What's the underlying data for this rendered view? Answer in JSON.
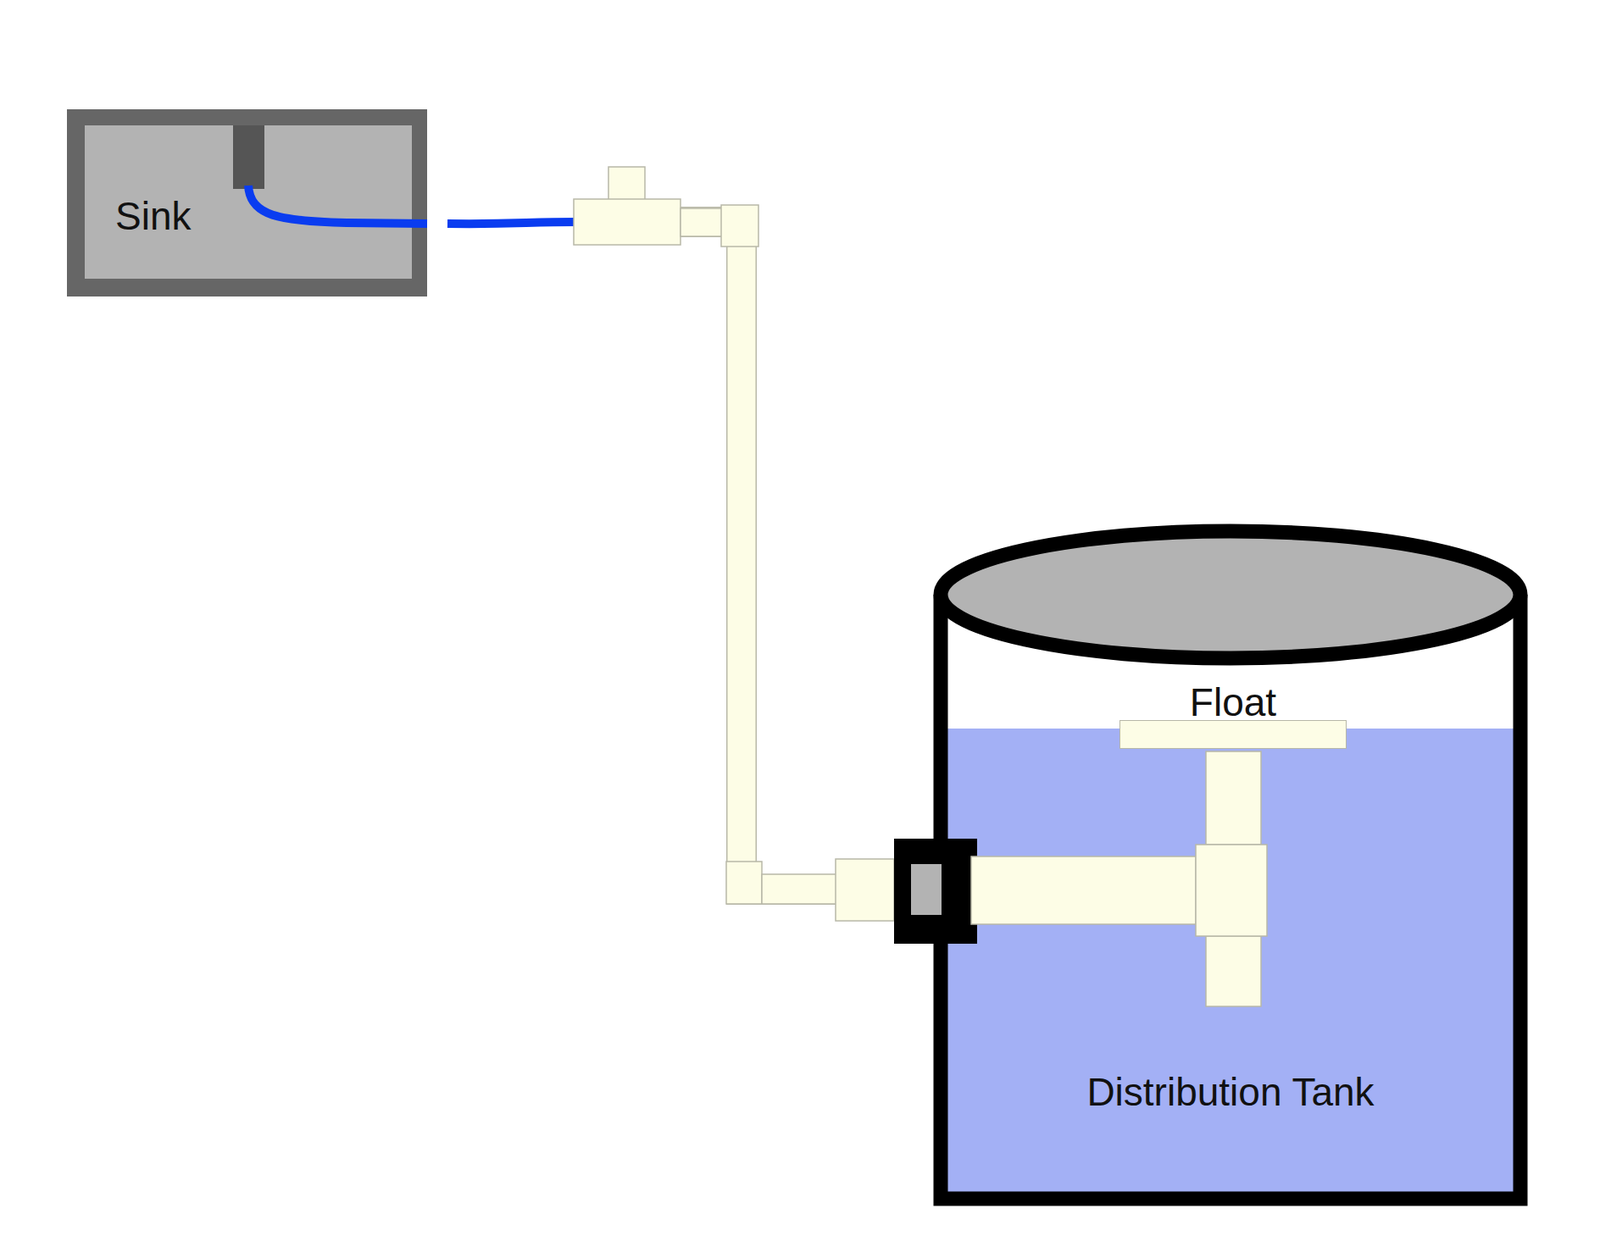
{
  "diagram": {
    "nodes": [
      {
        "text": [
          "Sink"
        ]
      },
      {
        "text": [
          "Distribution Tank"
        ]
      },
      {
        "text": [
          "Float"
        ],
        "in": 1
      }
    ],
    "edges": [
      {
        "from": 0,
        "to": 1,
        "arrow": "none"
      }
    ]
  }
}
